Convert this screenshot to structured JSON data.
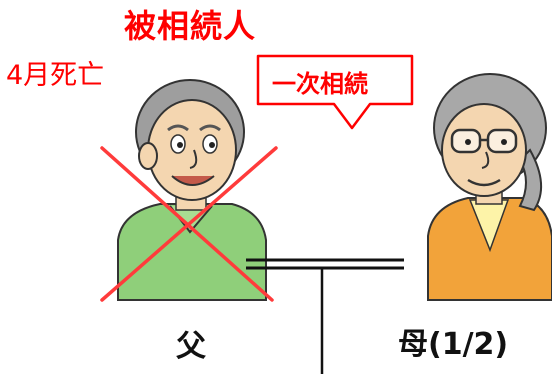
{
  "deceased_title": "被相続人",
  "death_note": "4月死亡",
  "callout_label": "一次相続",
  "father_label": "父",
  "mother_label": "母(1/2)",
  "colors": {
    "accent_red": "#ff0000",
    "father_shirt": "#8fcf7a",
    "mother_cardigan": "#f2a33a",
    "hair_gray": "#9e9e9e",
    "skin": "#f4d6b0"
  }
}
